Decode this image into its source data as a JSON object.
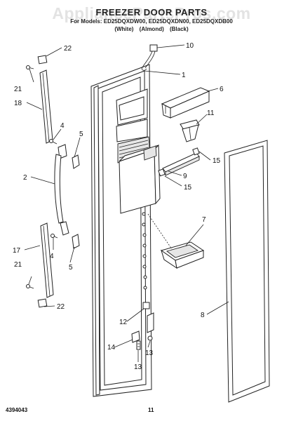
{
  "header": {
    "watermark": "AppliancePartsPros.com",
    "title": "FREEZER DOOR PARTS",
    "models": "For Models: ED25DQXDW00, ED25DQXDN00, ED25DQXDB00",
    "colors": "(White)   (Almond)   (Black)"
  },
  "callouts": {
    "c1": "1",
    "c2": "2",
    "c4a": "4",
    "c4b": "4",
    "c5a": "5",
    "c5b": "5",
    "c6": "6",
    "c7": "7",
    "c8": "8",
    "c9": "9",
    "c10": "10",
    "c11": "11",
    "c12": "12",
    "c13a": "13",
    "c13b": "13",
    "c14": "14",
    "c15a": "15",
    "c15b": "15",
    "c17": "17",
    "c18": "18",
    "c21a": "21",
    "c21b": "21",
    "c22a": "22",
    "c22b": "22"
  },
  "footer": {
    "part_number": "4394043",
    "page_number": "11"
  }
}
